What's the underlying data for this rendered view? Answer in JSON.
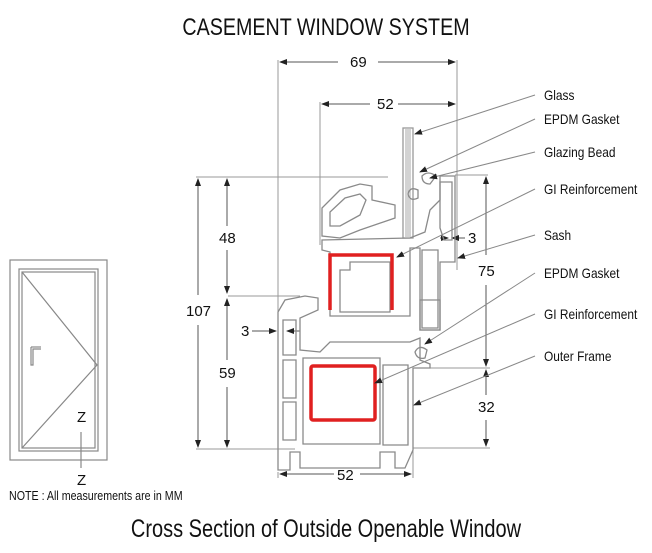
{
  "title": "CASEMENT WINDOW SYSTEM",
  "subtitle": "Cross Section of Outside Openable Window",
  "note": "NOTE : All measurements are in MM",
  "callouts": [
    {
      "label": "Glass"
    },
    {
      "label": "EPDM Gasket"
    },
    {
      "label": "Glazing Bead"
    },
    {
      "label": "GI Reinforcement"
    },
    {
      "label": "Sash"
    },
    {
      "label": "EPDM Gasket"
    },
    {
      "label": "GI Reinforcement"
    },
    {
      "label": "Outer Frame"
    }
  ],
  "dimensions": {
    "overall_width": "69",
    "sash_width": "52",
    "frame_width": "52",
    "overall_height": "107",
    "sash_height": "48",
    "frame_height": "59",
    "right_sash_height": "75",
    "right_frame_height": "32",
    "gap_left": "3",
    "gap_right": "3"
  },
  "elevation": {
    "section_marker_top": "Z",
    "section_marker_bottom": "Z"
  },
  "colors": {
    "reinforcement": "#e02020",
    "line": "#777777",
    "text": "#111111"
  }
}
